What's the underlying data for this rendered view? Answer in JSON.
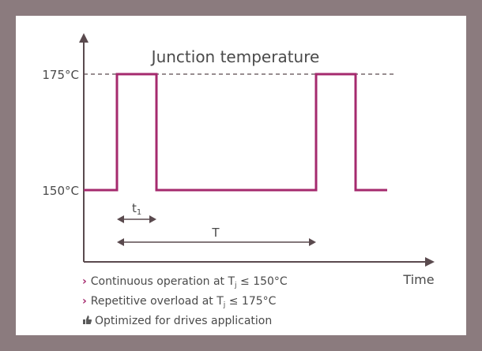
{
  "diagram": {
    "title": "Junction temperature",
    "y_levels": {
      "high": "175°C",
      "low": "150°C"
    },
    "x_axis_label": "Time",
    "spans": {
      "t1": "t",
      "t1_sub": "1",
      "T": "T"
    },
    "colors": {
      "signal": "#a52a6e",
      "axis": "#5a4a4e",
      "background": "#8b7b7e"
    }
  },
  "notes": [
    {
      "icon": "chevron-icon",
      "prefix": "Continuous operation at T",
      "sub": "j",
      "suffix": " ≤ 150°C"
    },
    {
      "icon": "chevron-icon",
      "prefix": "Repetitive overload at T",
      "sub": "j",
      "suffix": " ≤ 175°C"
    },
    {
      "icon": "thumbs-up-icon",
      "text": "Optimized for drives application"
    }
  ]
}
